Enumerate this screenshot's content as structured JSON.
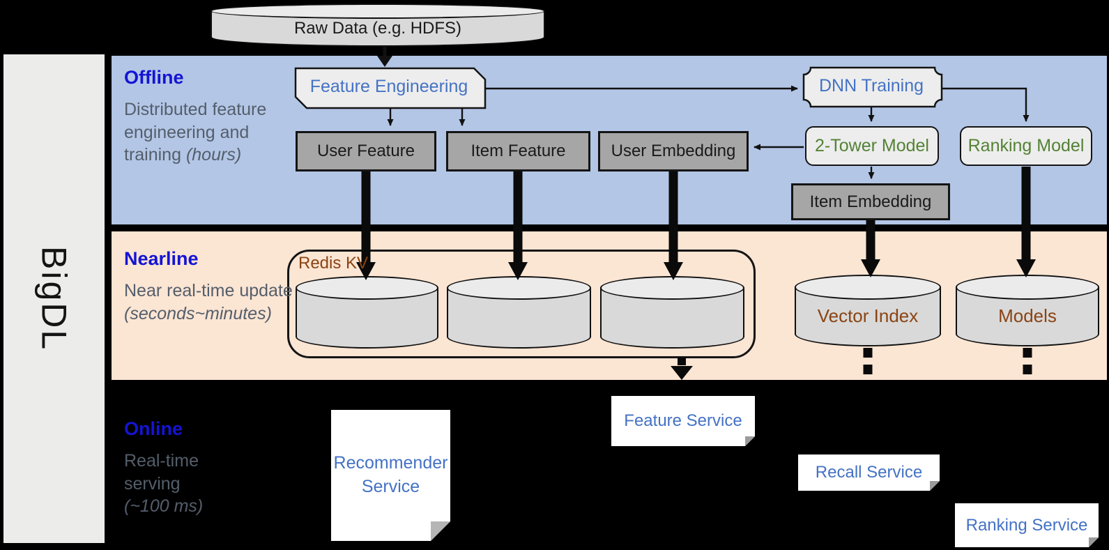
{
  "brand": {
    "label": "BigDL"
  },
  "datastore": {
    "raw_data_label": "Raw Data (e.g. HDFS)"
  },
  "sections": {
    "offline": {
      "title": "Offline",
      "description": "Distributed feature engineering and training",
      "description_italic": "(hours)"
    },
    "nearline": {
      "title": "Nearline",
      "description": "Near real-time update",
      "description_italic": "(seconds~minutes)"
    },
    "online": {
      "title": "Online",
      "description": "Real-time serving",
      "description_italic": "(~100 ms)"
    }
  },
  "nodes": {
    "offline": {
      "feature_engineering": "Feature Engineering",
      "dnn_training": "DNN Training",
      "user_feature": "User Feature",
      "item_feature": "Item Feature",
      "user_embedding": "User Embedding",
      "two_tower_model": "2-Tower Model",
      "ranking_model": "Ranking Model",
      "item_embedding": "Item Embedding"
    },
    "nearline": {
      "redis_kv": "Redis KV",
      "vector_index": "Vector Index",
      "models": "Models"
    },
    "online": {
      "recommender_service": "Recommender Service",
      "feature_service": "Feature Service",
      "recall_service": "Recall Service",
      "ranking_service": "Ranking Service"
    }
  },
  "colors": {
    "offline_band": "#b3c6e6",
    "nearline_band": "#fbe5d3",
    "online_background": "#000000",
    "section_title_blue": "#1414d4",
    "section_description_gray": "#545e6b",
    "node_text_blue": "#4472c4",
    "node_text_green": "#548235",
    "node_text_brown": "#8a4413",
    "gray_node_fill": "#a6a6a6",
    "light_node_fill": "#ededed",
    "cylinder_fill": "#d9d9d9",
    "sidebar_fill": "#ececea"
  }
}
